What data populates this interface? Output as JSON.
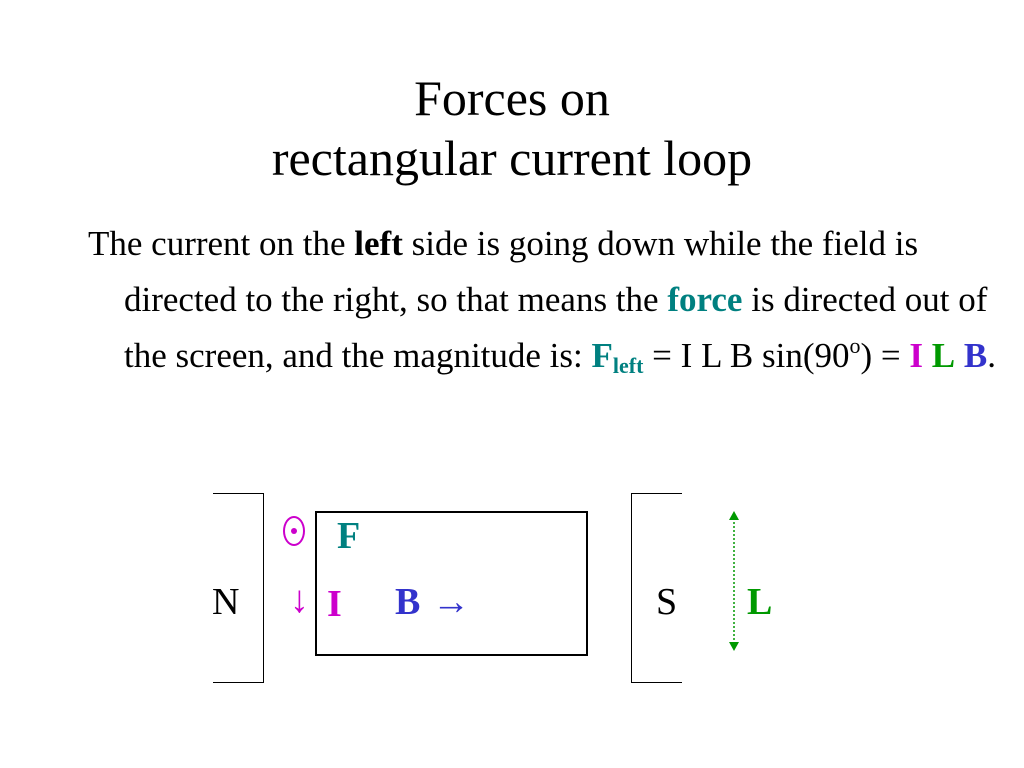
{
  "slide": {
    "title_line1": "Forces on",
    "title_line2": "rectangular current loop",
    "body": {
      "t1": "The current on the ",
      "t2": "left",
      "t3": " side is going down while the field is directed to the right, so that means the ",
      "t4": "force",
      "t5": " is directed out of the screen, and the magnitude is:  ",
      "f": "F",
      "f_sub": "left",
      "t6": " = I L B sin(90",
      "deg": "o",
      "t7": ") = ",
      "i": "I",
      "l": "L",
      "b": "B",
      "end": "."
    }
  },
  "diagram": {
    "n_label": "N",
    "s_label": "S",
    "force_label": "F",
    "current_arrow": "↓",
    "current_label": "I",
    "field_label": "B",
    "field_arrow": "→",
    "length_label": "L"
  },
  "colors": {
    "teal": "#008080",
    "magenta": "#cc00cc",
    "green": "#009900",
    "blue": "#3333cc"
  }
}
